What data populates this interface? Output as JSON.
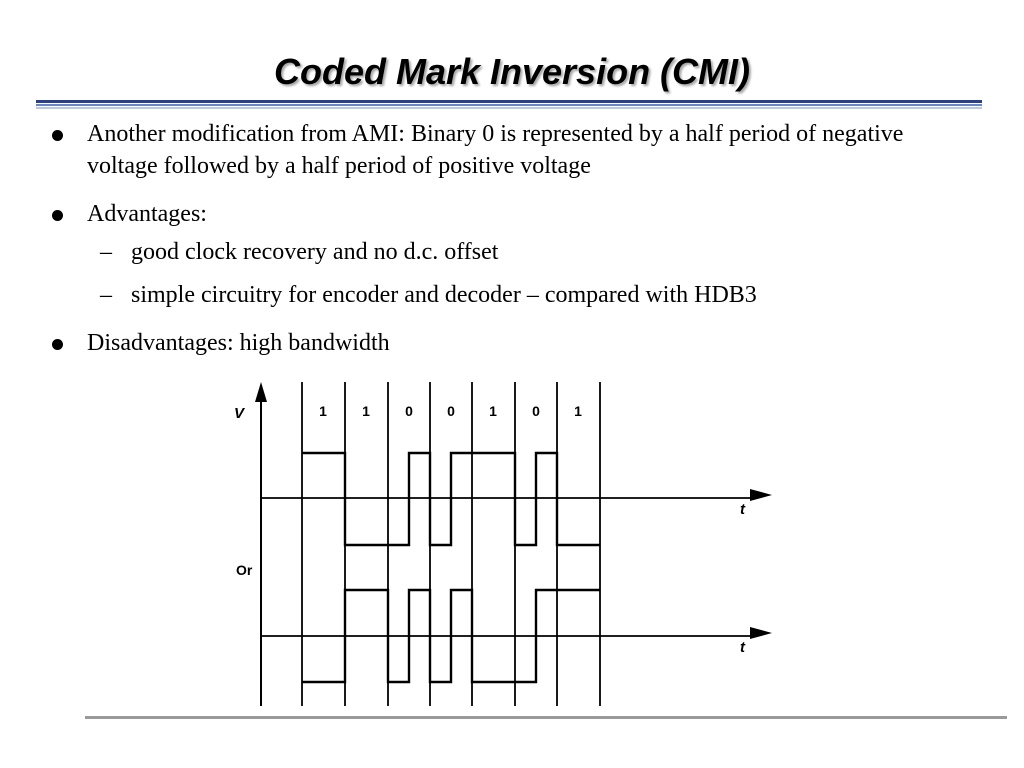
{
  "slide": {
    "title": "Coded Mark Inversion (CMI)",
    "accent_color": "#2c3f8c",
    "bullets": [
      "Another modification from AMI: Binary 0 is represented by a half period of negative voltage followed by a half period of positive voltage",
      "Advantages:",
      "Disadvantages: high bandwidth"
    ],
    "advantages": [
      "good clock recovery and no d.c. offset",
      "simple circuitry for encoder and decoder – compared with HDB3"
    ],
    "dash": "–"
  },
  "diagram": {
    "v_label": "V",
    "t_label": "t",
    "or_label": "Or",
    "bits": [
      "1",
      "1",
      "0",
      "0",
      "1",
      "0",
      "1"
    ]
  }
}
